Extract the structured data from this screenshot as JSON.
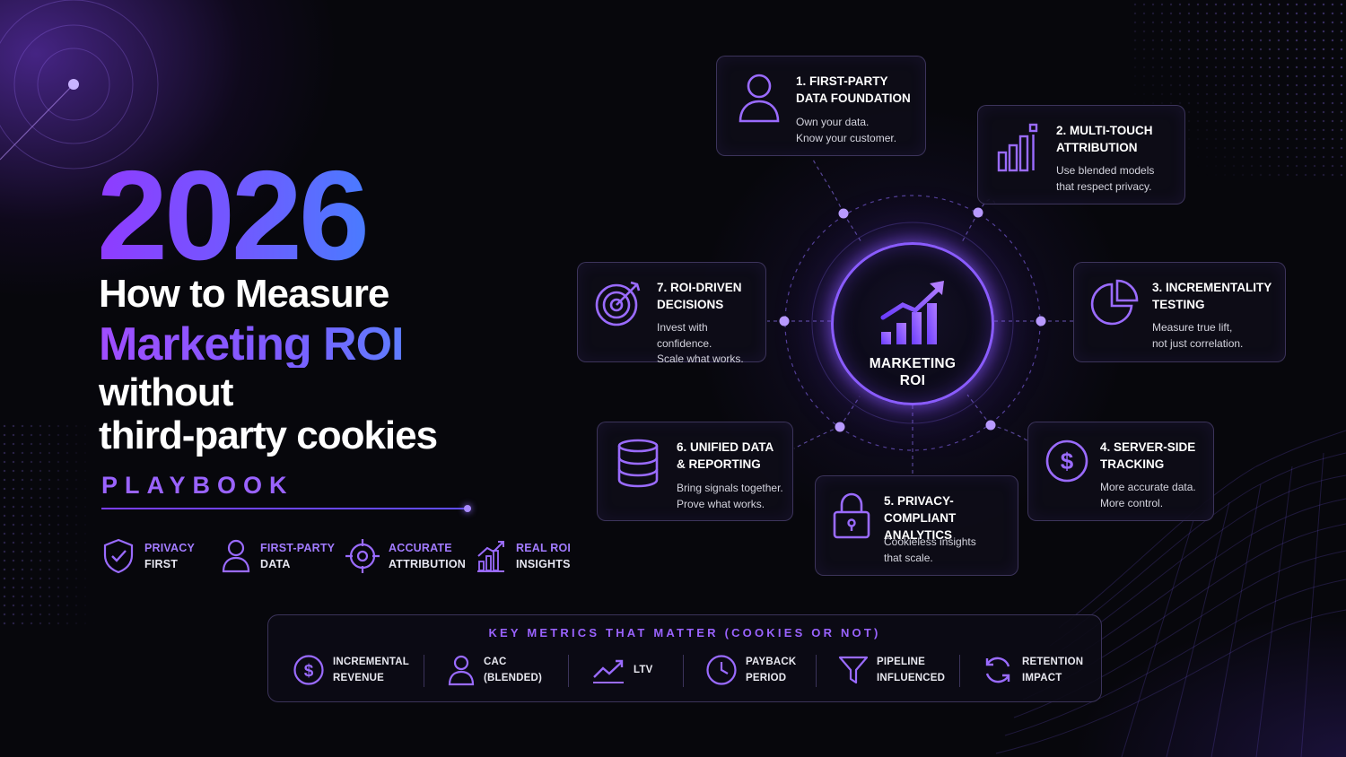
{
  "headline": {
    "year": "2026",
    "line1": "How to Measure",
    "line2": "Marketing ROI",
    "line3": "without",
    "line4": "third-party cookies",
    "tag": "PLAYBOOK"
  },
  "pillars": [
    {
      "line1": "PRIVACY",
      "line2": "FIRST",
      "icon": "shield-check-icon"
    },
    {
      "line1": "FIRST-PARTY",
      "line2": "DATA",
      "icon": "user-icon"
    },
    {
      "line1": "ACCURATE",
      "line2": "ATTRIBUTION",
      "icon": "crosshair-icon"
    },
    {
      "line1": "REAL ROI",
      "line2": "INSIGHTS",
      "icon": "bar-chart-icon"
    }
  ],
  "hub": {
    "line1": "MARKETING",
    "line2": "ROI",
    "icon": "growth-chart-icon"
  },
  "steps": [
    {
      "title1": "1. FIRST-PARTY",
      "title2": "DATA FOUNDATION",
      "desc1": "Own your data.",
      "desc2": "Know your customer.",
      "icon": "user-icon"
    },
    {
      "title1": "2. MULTI-TOUCH",
      "title2": "ATTRIBUTION",
      "desc1": "Use blended models",
      "desc2": "that respect privacy.",
      "icon": "bar-chart-icon"
    },
    {
      "title1": "3. INCREMENTALITY",
      "title2": "TESTING",
      "desc1": "Measure true lift,",
      "desc2": "not just correlation.",
      "icon": "pie-chart-icon"
    },
    {
      "title1": "4. SERVER-SIDE",
      "title2": "TRACKING",
      "desc1": "More accurate data.",
      "desc2": "More control.",
      "icon": "dollar-icon"
    },
    {
      "title1": "5. PRIVACY-COMPLIANT",
      "title2": "ANALYTICS",
      "desc1": "Cookieless insights",
      "desc2": "that scale.",
      "icon": "lock-icon"
    },
    {
      "title1": "6. UNIFIED DATA",
      "title2": "& REPORTING",
      "desc1": "Bring signals together.",
      "desc2": "Prove what works.",
      "icon": "database-icon"
    },
    {
      "title1": "7. ROI-DRIVEN",
      "title2": "DECISIONS",
      "desc1": "Invest with confidence.",
      "desc2": "Scale what works.",
      "icon": "target-icon"
    }
  ],
  "metrics": {
    "title": "KEY METRICS THAT MATTER (COOKIES OR NOT)",
    "items": [
      {
        "line1": "INCREMENTAL",
        "line2": "REVENUE",
        "icon": "dollar-icon"
      },
      {
        "line1": "CAC",
        "line2": "(BLENDED)",
        "icon": "user-icon"
      },
      {
        "line1": "LTV",
        "line2": "",
        "icon": "trend-up-icon"
      },
      {
        "line1": "PAYBACK",
        "line2": "PERIOD",
        "icon": "clock-icon"
      },
      {
        "line1": "PIPELINE",
        "line2": "INFLUENCED",
        "icon": "funnel-icon"
      },
      {
        "line1": "RETENTION",
        "line2": "IMPACT",
        "icon": "refresh-icon"
      }
    ]
  },
  "colors": {
    "accent": "#8a5cff",
    "accent_light": "#a27bff",
    "background": "#07070c"
  }
}
